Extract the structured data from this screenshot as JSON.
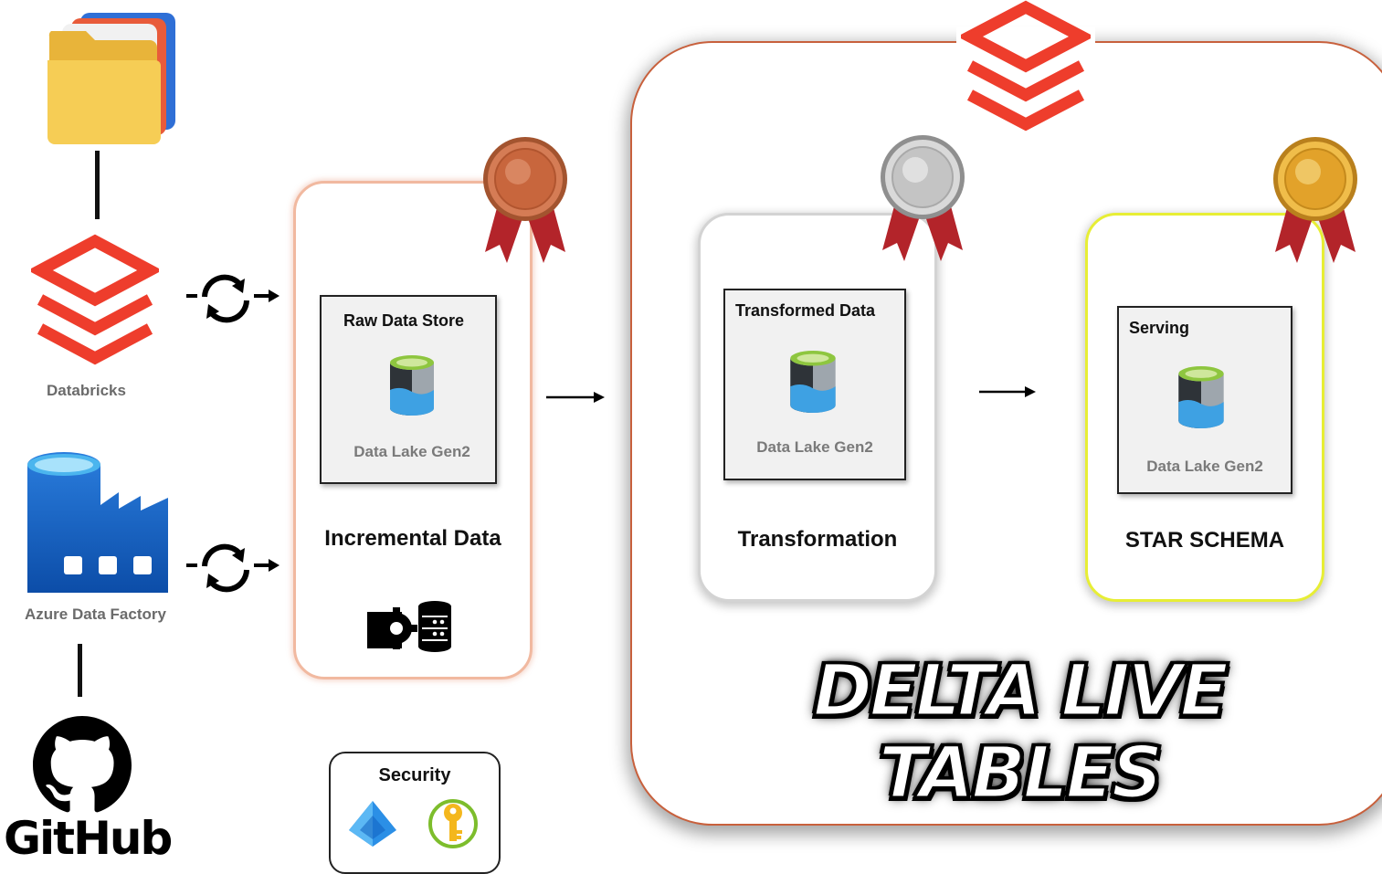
{
  "sources": {
    "databricks_label": "Databricks",
    "adf_label": "Azure Data Factory",
    "github_label": "GitHub"
  },
  "bronze": {
    "store_title": "Raw Data Store",
    "store_sub": "Data Lake Gen2",
    "label": "Incremental Data",
    "medal": "bronze-medal-icon"
  },
  "silver": {
    "store_title": "Transformed Data",
    "store_sub": "Data Lake Gen2",
    "label": "Transformation",
    "medal": "silver-medal-icon"
  },
  "gold": {
    "store_title": "Serving",
    "store_sub": "Data Lake Gen2",
    "label": "STAR SCHEMA",
    "medal": "gold-medal-icon"
  },
  "dlt": {
    "title": "DELTA LIVE TABLES"
  },
  "security": {
    "title": "Security"
  },
  "colors": {
    "databricks_red": "#ee3d2c",
    "azure_blue": "#0f63c4",
    "bronze": "#c8663d",
    "silver": "#bcbcbc",
    "gold": "#e2a22a",
    "ribbon": "#b3242a"
  }
}
